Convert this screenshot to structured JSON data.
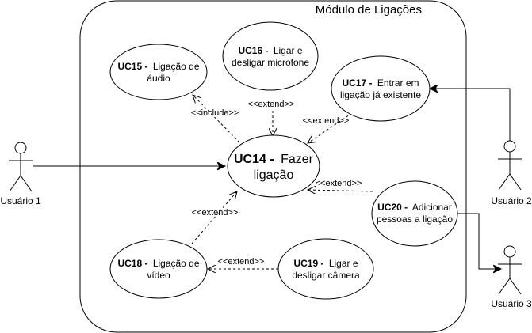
{
  "module": {
    "title": "Módulo de Ligações"
  },
  "actors": {
    "u1": {
      "label": "Usuário 1"
    },
    "u2": {
      "label": "Usuário 2"
    },
    "u3": {
      "label": "Usuário 3"
    }
  },
  "use_cases": {
    "uc14": {
      "id": "UC14 -",
      "name_l1": "Fazer",
      "name_l2": "ligação"
    },
    "uc15": {
      "id": "UC15 -",
      "name_l1": "Ligação de",
      "name_l2": "áudio"
    },
    "uc16": {
      "id": "UC16 -",
      "name_l1": "Ligar e",
      "name_l2": "desligar microfone"
    },
    "uc17": {
      "id": "UC17 -",
      "name_l1": "Entrar em",
      "name_l2": "ligação já existente"
    },
    "uc18": {
      "id": "UC18 -",
      "name_l1": "Ligação de",
      "name_l2": "vídeo"
    },
    "uc19": {
      "id": "UC19 -",
      "name_l1": "Ligar e",
      "name_l2": "desligar câmera"
    },
    "uc20": {
      "id": "UC20 -",
      "name_l1": "Adicionar",
      "name_l2": "pessoas a ligação"
    }
  },
  "relations": {
    "include_15": "<<include>>",
    "extend_16": "<<extend>>",
    "extend_17": "<<extend>>",
    "extend_20": "<<extend>>",
    "extend_18": "<<extend>>",
    "extend_19": "<<extend>>"
  }
}
